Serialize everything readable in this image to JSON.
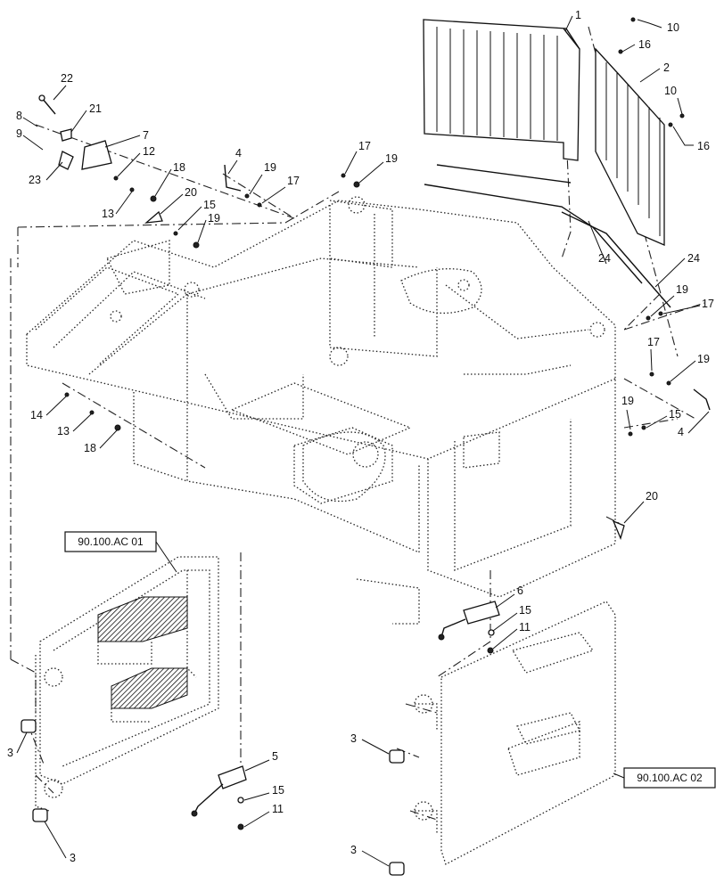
{
  "references": {
    "left": "90.100.AC 01",
    "right": "90.100.AC 02"
  },
  "callouts": {
    "c1": "1",
    "c2": "2",
    "c3a": "3",
    "c3b": "3",
    "c3c": "3",
    "c3d": "3",
    "c4a": "4",
    "c4b": "4",
    "c5": "5",
    "c6": "6",
    "c7": "7",
    "c8": "8",
    "c9": "9",
    "c10a": "10",
    "c10b": "10",
    "c11a": "11",
    "c11b": "11",
    "c12": "12",
    "c13a": "13",
    "c13b": "13",
    "c14": "14",
    "c15a": "15",
    "c15b": "15",
    "c15c": "15",
    "c15d": "15",
    "c16a": "16",
    "c16b": "16",
    "c17a": "17",
    "c17b": "17",
    "c17c": "17",
    "c17d": "17",
    "c18a": "18",
    "c18b": "18",
    "c19a": "19",
    "c19b": "19",
    "c19c": "19",
    "c19d": "19",
    "c19e": "19",
    "c19f": "19",
    "c20a": "20",
    "c20b": "20",
    "c21": "21",
    "c22": "22",
    "c23": "23",
    "c24a": "24",
    "c24b": "24"
  }
}
